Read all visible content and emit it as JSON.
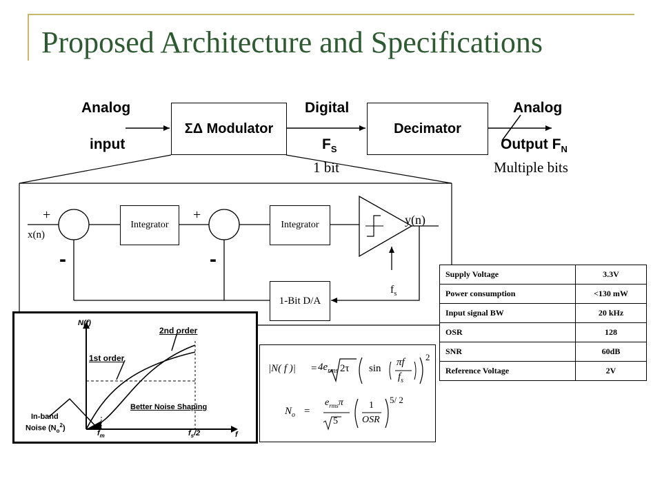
{
  "slide": {
    "title": "Proposed Architecture and Specifications"
  },
  "top_chain": {
    "input_label_1": "Analog",
    "input_label_2": "input",
    "modulator": "ΣΔ Modulator",
    "digital_label": "Digital",
    "fs_label": "F",
    "fs_sub": "S",
    "bit_label": "1 bit",
    "decimator": "Decimator",
    "output_label_1": "Analog",
    "output_label_2": "Output F",
    "output_sub": "N",
    "output_bits": "Multiple bits"
  },
  "modulator_detail": {
    "input": "x(n)",
    "output": "y(n)",
    "integrator_1": "Integrator",
    "integrator_2": "Integrator",
    "dac": "1-Bit D/A",
    "clock": "f",
    "clock_sub": "s",
    "plus_1": "+",
    "plus_2": "+",
    "minus_1": "-",
    "minus_2": "-"
  },
  "noise_plot": {
    "y_axis": "N(f)",
    "x_axis": "f",
    "second_order": "2nd order",
    "first_order": "1st order",
    "better_shaping": "Better Noise Shaping",
    "inband_1": "In-band",
    "inband_2": "Noise (N",
    "inband_sub": "o",
    "inband_sup": "2",
    "inband_end": ")",
    "fm": "f",
    "fm_sub": "m",
    "fs2": "f",
    "fs2_sub": "s",
    "fs2_end": "/2"
  },
  "formulas": {
    "eq1_lhs": "|N( f )|",
    "eq1_eq": "=",
    "eq1_coef": "4e",
    "eq1_coef_sub": "rms",
    "eq1_root": "2τ",
    "eq1_sin": "sin",
    "eq1_pi_f": "πf",
    "eq1_fs": "f",
    "eq1_fs_sub": "s",
    "eq1_pow": "2",
    "eq2_lhs": "N",
    "eq2_lhs_sub": "o",
    "eq2_eq": "=",
    "eq2_num": "e",
    "eq2_num_sub": "rms",
    "eq2_pi": "π",
    "eq2_den": "5",
    "eq2_one": "1",
    "eq2_osr": "OSR",
    "eq2_pow": "5/ 2"
  },
  "specs": [
    {
      "name": "Supply Voltage",
      "value": "3.3V"
    },
    {
      "name": "Power consumption",
      "value": "<130 mW"
    },
    {
      "name": "Input signal BW",
      "value": "20 kHz"
    },
    {
      "name": "OSR",
      "value": "128"
    },
    {
      "name": "SNR",
      "value": "60dB"
    },
    {
      "name": "Reference Voltage",
      "value": "2V"
    }
  ],
  "colors": {
    "title": "#2e5a32",
    "accent": "#c9b66a"
  }
}
